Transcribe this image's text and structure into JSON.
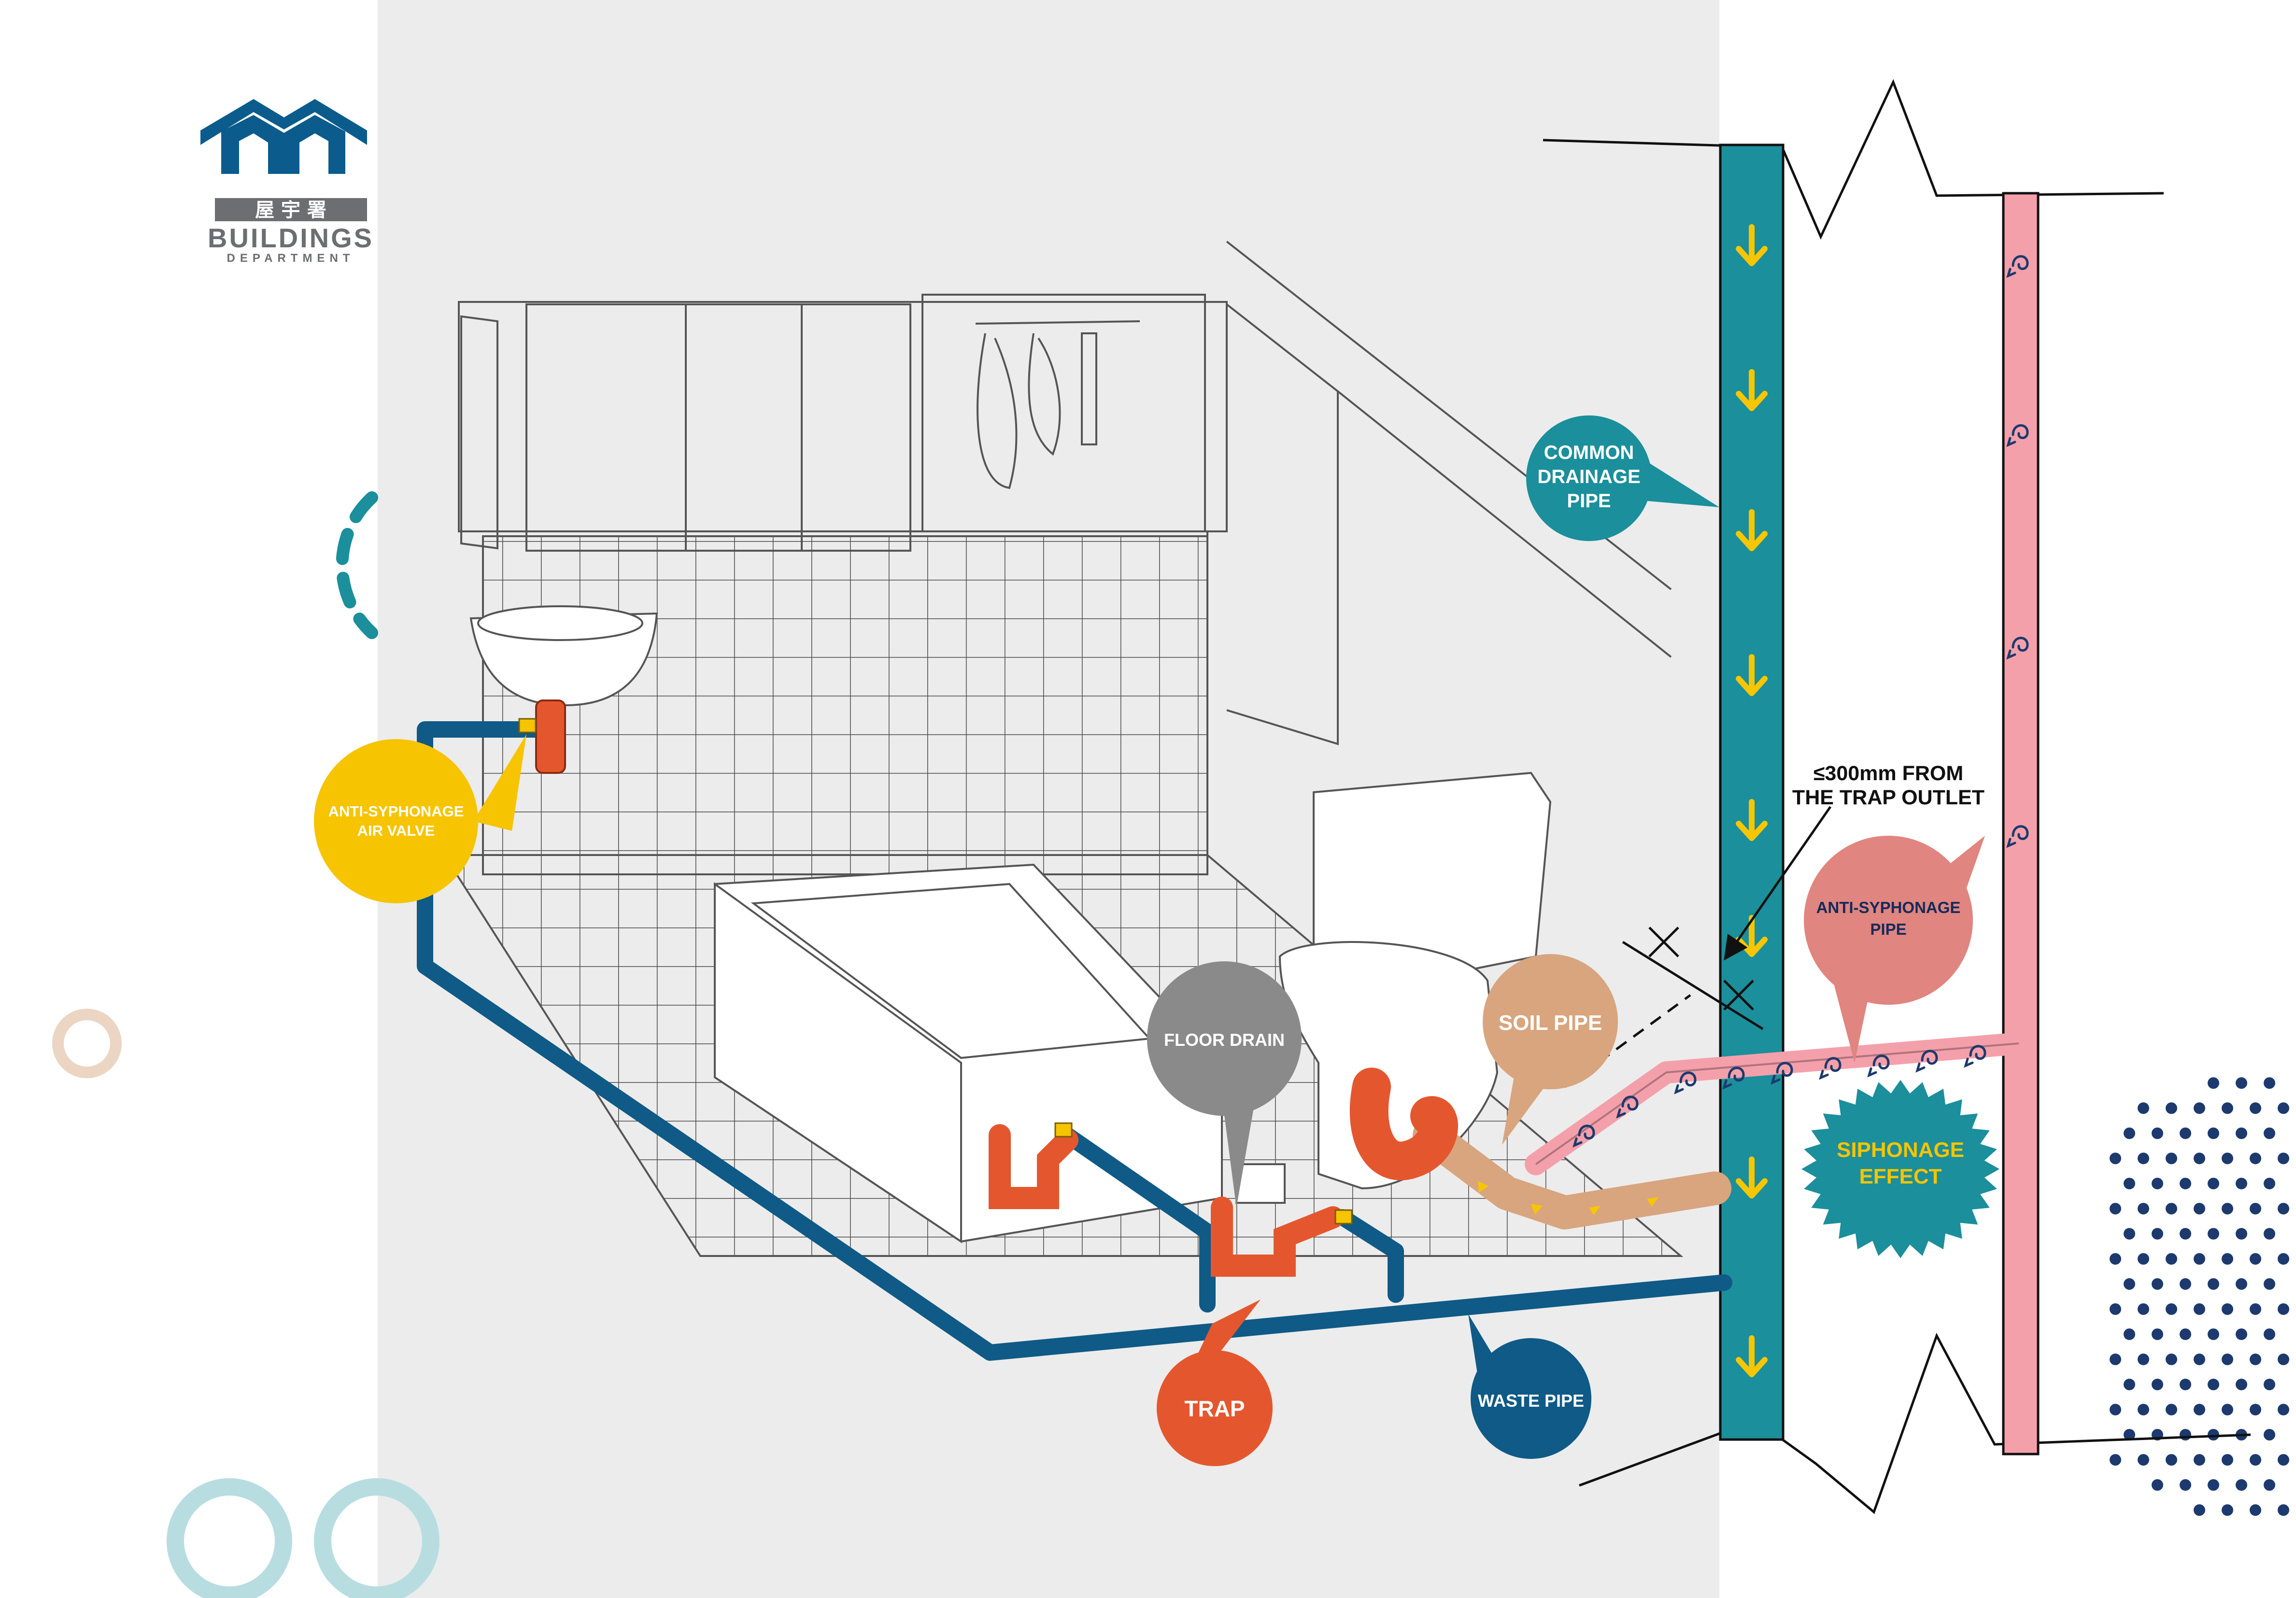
{
  "logo": {
    "chinese": "屋 宇 署",
    "name": "BUILDINGS",
    "sub": "DEPARTMENT"
  },
  "labels": {
    "anti_syphonage_air_valve": [
      "ANTI-SYPHONAGE",
      "AIR VALVE"
    ],
    "floor_drain": "FLOOR DRAIN",
    "soil_pipe": "SOIL PIPE",
    "trap": "TRAP",
    "waste_pipe": "WASTE PIPE",
    "common_drainage_pipe": [
      "COMMON",
      "DRAINAGE",
      "PIPE"
    ],
    "anti_syphonage_pipe": [
      "ANTI-SYPHONAGE",
      "PIPE"
    ],
    "siphonage_effect": [
      "SIPHONAGE",
      "EFFECT"
    ],
    "distance_note": [
      "≤300mm FROM",
      "THE TRAP OUTLET"
    ]
  },
  "colors": {
    "panel_bg": "#ececec",
    "common_drainage_pipe": "#1b8f9b",
    "anti_syphonage_pipe": "#f4a0ab",
    "waste_pipe": "#0f5a86",
    "trap": "#e4572e",
    "air_valve": "#f6c400",
    "floor_drain": "#8a8a8b",
    "soil_pipe": "#d8a57f",
    "anti_syphonage_bubble": "#e0857f",
    "flow_arrow": "#f7c600",
    "logo_blue": "#0b5c8c",
    "logo_gray": "#6d6e71"
  },
  "icons": [
    "buildings-department-logo",
    "down-arrow-icon",
    "swirl-arrow-icon"
  ]
}
